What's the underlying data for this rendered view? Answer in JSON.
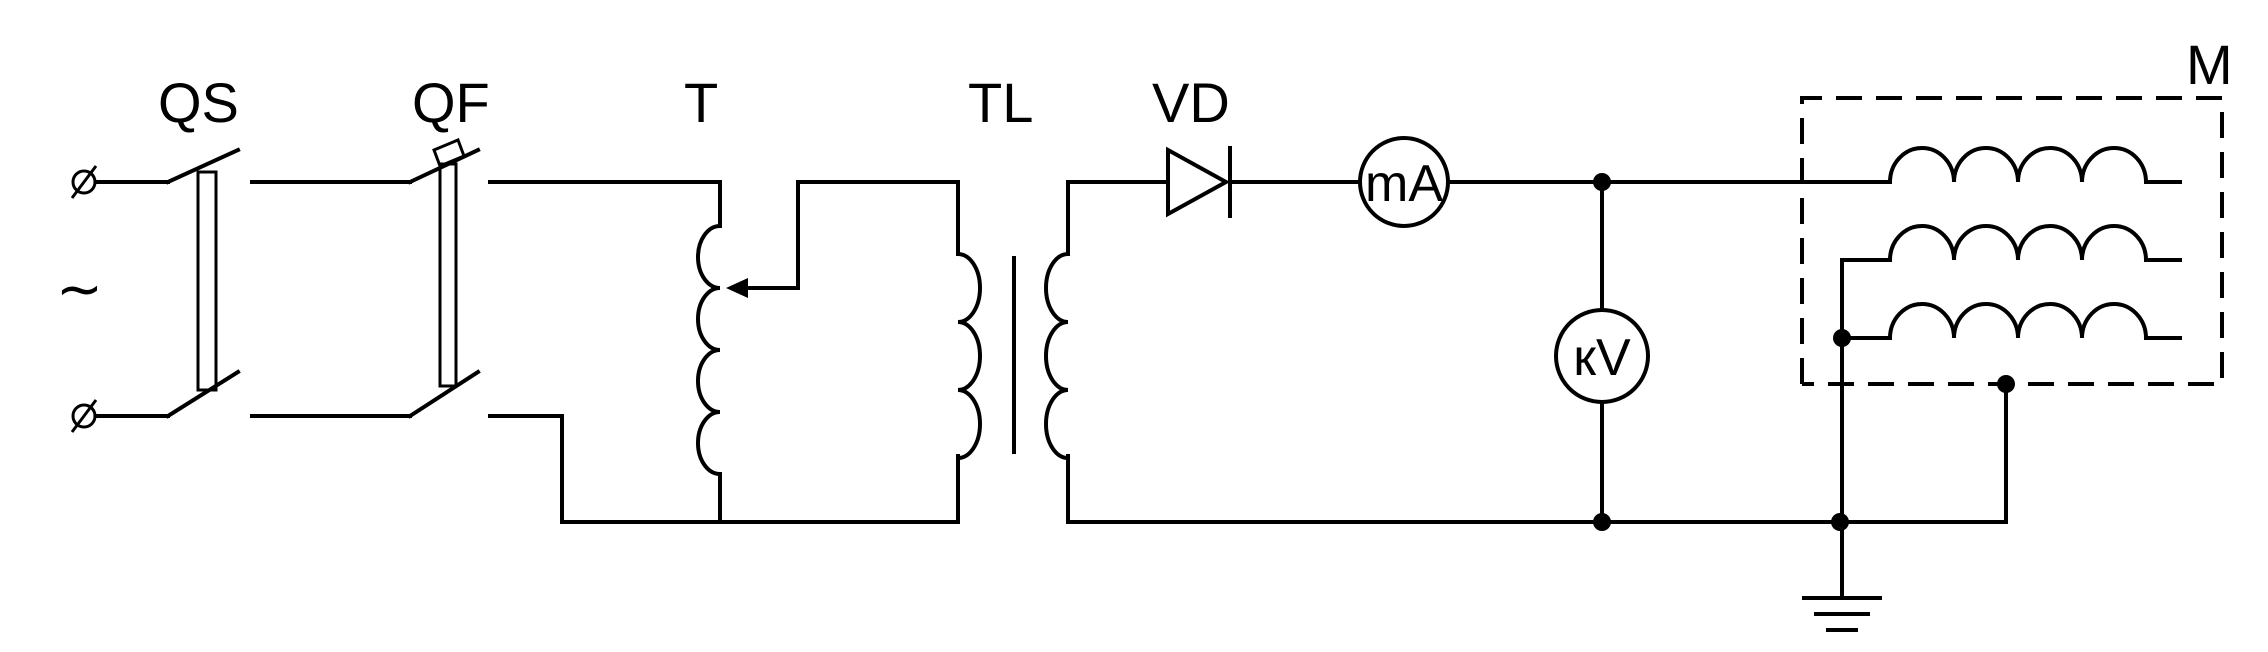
{
  "labels": {
    "qs": "QS",
    "qf": "QF",
    "t": "T",
    "tl": "TL",
    "vd": "VD",
    "m": "M"
  },
  "meters": {
    "ammeter": "mA",
    "voltmeter": "кV"
  },
  "source_symbol": "~"
}
